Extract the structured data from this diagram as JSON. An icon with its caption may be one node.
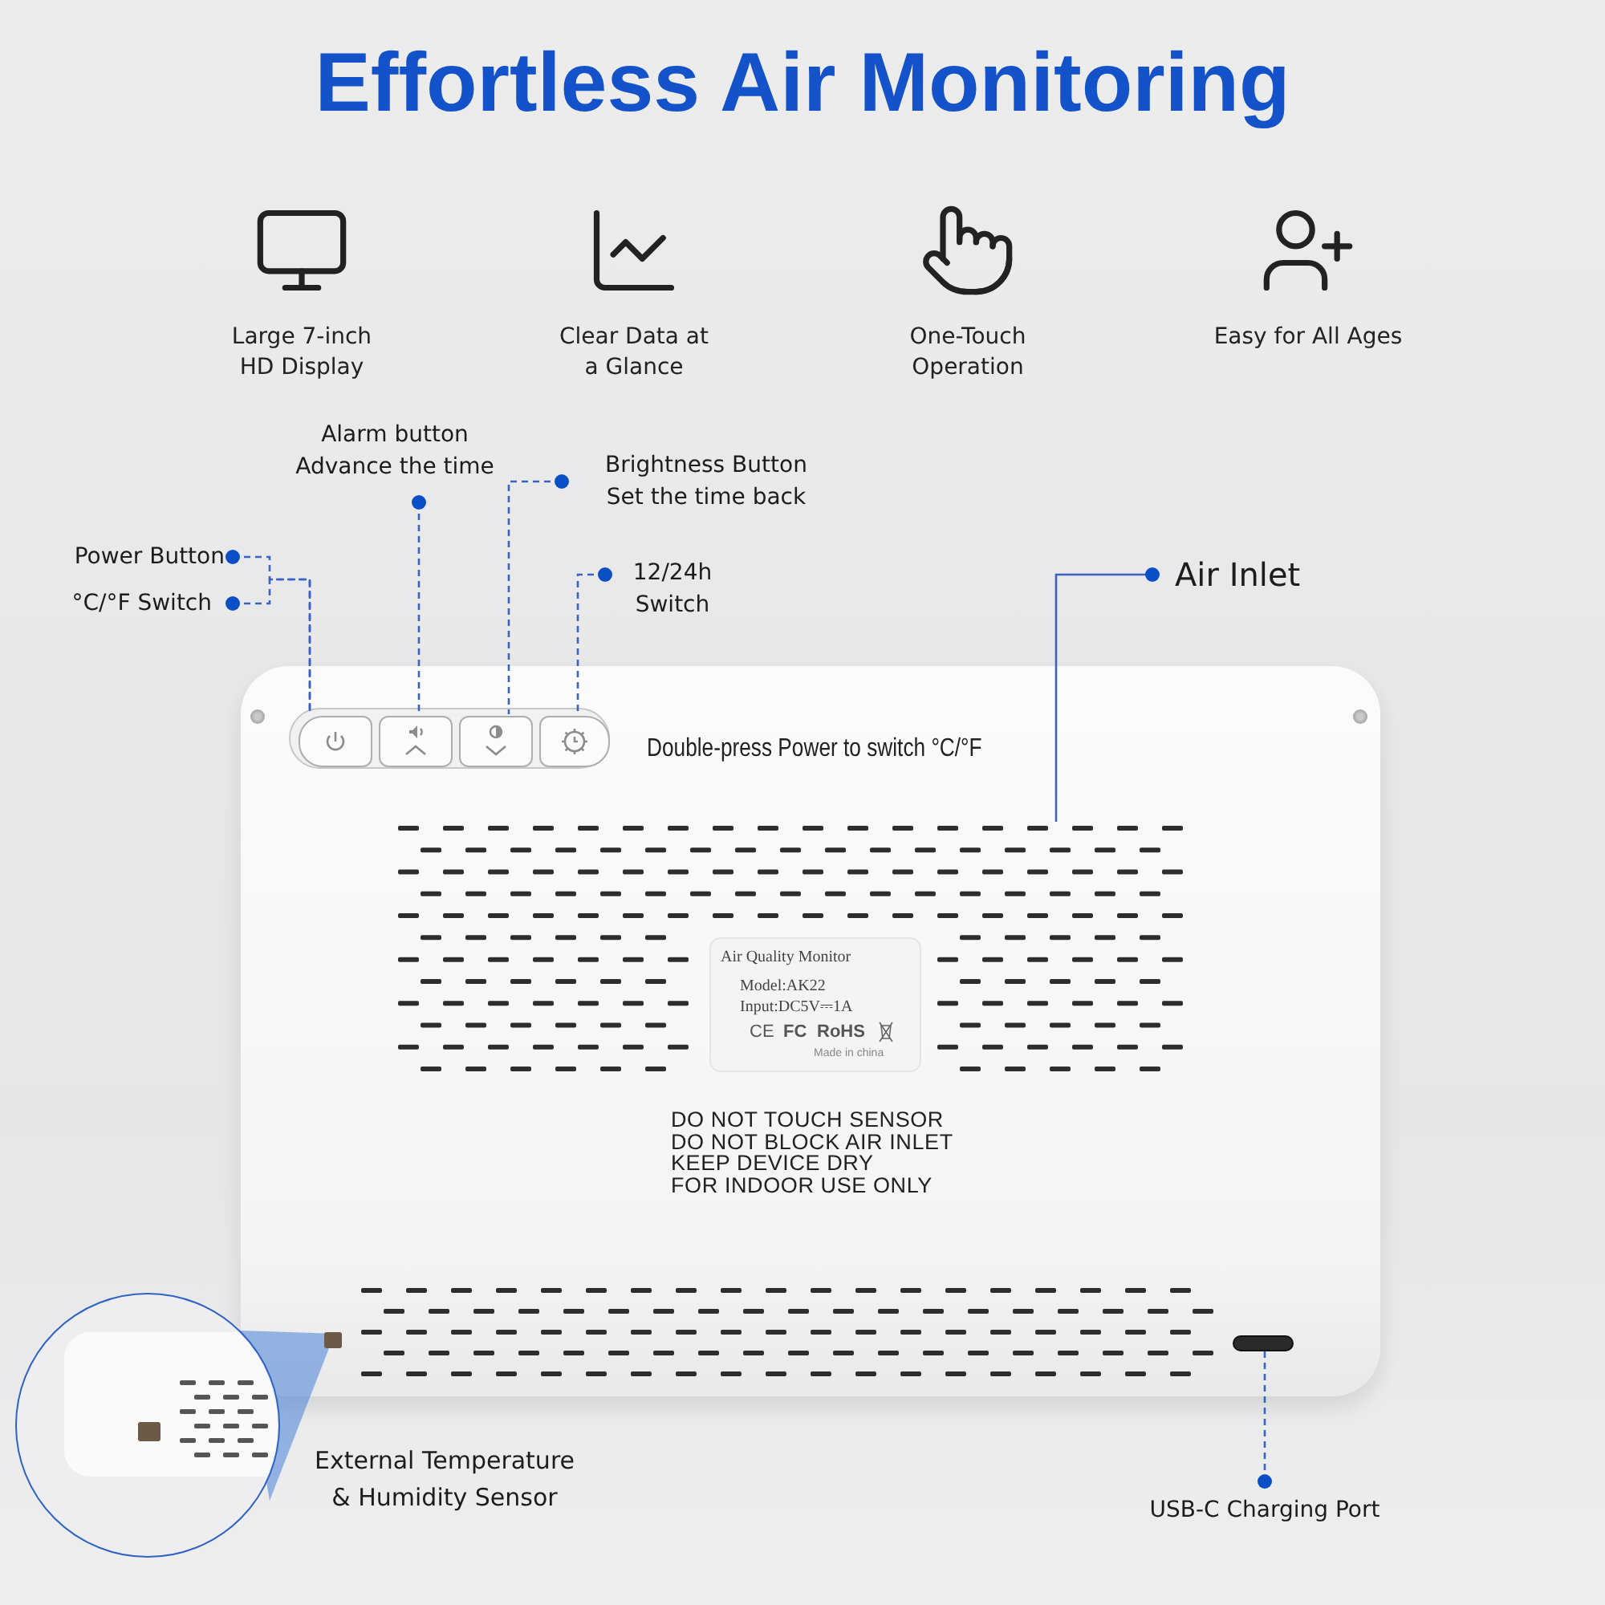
{
  "diagram": {
    "title": "Effortless Air Monitoring",
    "nodes": [
      {
        "text": [
          "Power Button"
        ]
      },
      {
        "text": [
          "°C/°F Switch"
        ]
      },
      {
        "text": [
          "Alarm button Advance the time"
        ]
      },
      {
        "text": [
          "Brightness Button Set the time back"
        ]
      },
      {
        "text": [
          "12/24h Switch"
        ]
      },
      {
        "text": [
          "Air Inlet"
        ]
      },
      {
        "text": [
          "USB-C Charging Port"
        ]
      },
      {
        "text": [
          "External Temperature & Humidity Sensor"
        ]
      },
      {
        "text": [],
        "shape": "button"
      },
      {
        "text": [],
        "shape": "button"
      },
      {
        "text": [],
        "shape": "button"
      },
      {
        "text": [],
        "shape": "button"
      },
      {
        "text": [],
        "shape": "grille"
      },
      {
        "text": [],
        "shape": "slot"
      }
    ],
    "edges": [
      {
        "from": 0,
        "to": 8,
        "arrow": "other",
        "style": "dashed"
      },
      {
        "from": 1,
        "to": 8,
        "arrow": "other",
        "style": "dashed"
      },
      {
        "from": 2,
        "to": 9,
        "arrow": "other",
        "style": "dashed"
      },
      {
        "from": 3,
        "to": 10,
        "arrow": "other",
        "style": "dashed"
      },
      {
        "from": 4,
        "to": 11,
        "arrow": "other",
        "style": "dashed"
      },
      {
        "from": 5,
        "to": 12,
        "arrow": "other"
      },
      {
        "from": 6,
        "to": 13,
        "arrow": "other",
        "style": "dashed"
      }
    ],
    "labels": [
      "Large 7-inch HD Display",
      "Clear Data at a Glance",
      "One-Touch Operation",
      "Easy for All Ages",
      "Double-press Power to switch °C/°F",
      "Air Quality Monitor",
      "Model:AK22",
      "Input:DC5V⎓1A",
      "CE",
      "FC",
      "RoHS",
      "Made in china",
      "DO NOT TOUCH SENSOR",
      "DO NOT BLOCK AIR INLET",
      "KEEP DEVICE DRY",
      "FOR INDOOR USE ONLY"
    ]
  }
}
